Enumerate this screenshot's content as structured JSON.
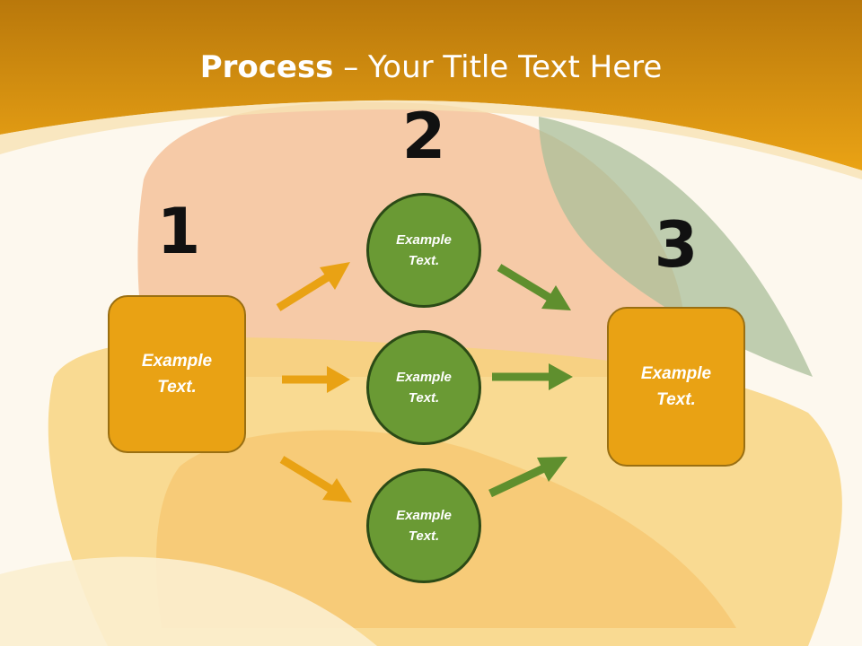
{
  "slide": {
    "title_bold": "Process",
    "title_rest": " – Your Title Text Here"
  },
  "steps": {
    "one": "1",
    "two": "2",
    "three": "3"
  },
  "nodes": {
    "left_box": "Example\nText.",
    "circle_top": "Example\nText.",
    "circle_middle": "Example\nText.",
    "circle_bottom": "Example\nText.",
    "right_box": "Example\nText."
  },
  "colors": {
    "header_orange": "#e59c12",
    "box_orange": "#e9a214",
    "circle_green": "#6a9a34",
    "arrow_orange": "#e9a214",
    "arrow_green": "#5f8f2e"
  },
  "icons": {
    "background": "orange-fruit-image"
  }
}
